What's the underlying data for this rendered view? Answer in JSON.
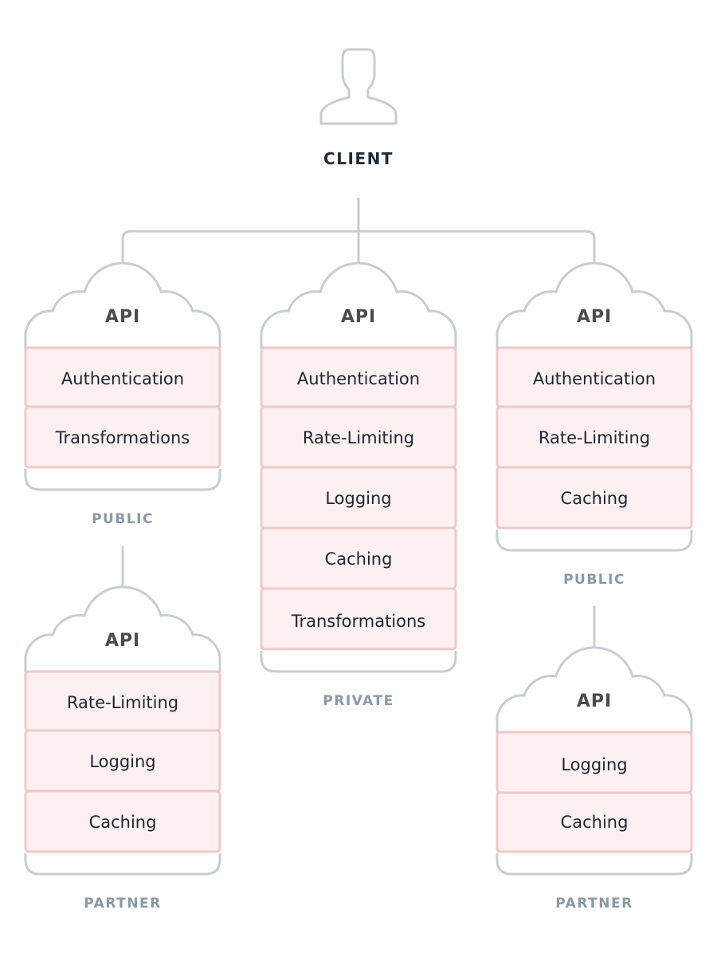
{
  "client": {
    "label": "CLIENT",
    "icon": "user-icon"
  },
  "colors": {
    "line": "#c7cdd2",
    "row_fill": "#fdf0f0",
    "row_border": "#efc9c9",
    "group_label": "#8899a6",
    "client_label": "#1c2b3a",
    "api_label": "#4b4b4b",
    "row_text": "#1a2533"
  },
  "apis": [
    {
      "title": "API",
      "group": "PUBLIC",
      "layers": [
        "Authentication",
        "Transformations"
      ]
    },
    {
      "title": "API",
      "group": "PRIVATE",
      "layers": [
        "Authentication",
        "Rate-Limiting",
        "Logging",
        "Caching",
        "Transformations"
      ]
    },
    {
      "title": "API",
      "group": "PUBLIC",
      "layers": [
        "Authentication",
        "Rate-Limiting",
        "Caching"
      ]
    },
    {
      "title": "API",
      "group": "PARTNER",
      "layers": [
        "Rate-Limiting",
        "Logging",
        "Caching"
      ]
    },
    {
      "title": "API",
      "group": "PARTNER",
      "layers": [
        "Logging",
        "Caching"
      ]
    }
  ]
}
